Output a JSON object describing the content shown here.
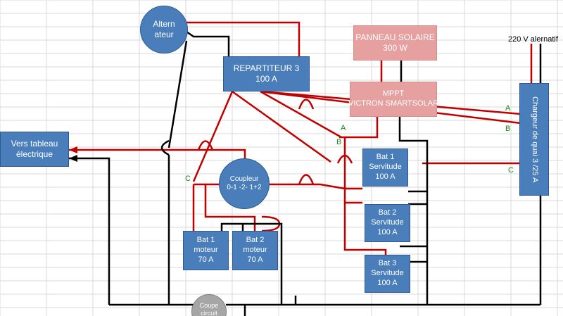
{
  "nodes": {
    "alternateur": {
      "line1": "Altern",
      "line2": "ateur"
    },
    "repartiteur": {
      "line1": "REPARTITEUR 3",
      "line2": "100 A"
    },
    "panneau": {
      "line1": "PANNEAU SOLAIRE",
      "line2": "300 W"
    },
    "mppt": {
      "line1": "MPPT",
      "line2": "VICTRON SMARTSOLAR"
    },
    "tableau": {
      "line1": "Vers tableau",
      "line2": "électrique"
    },
    "coupleur": {
      "line1": "Coupleur",
      "line2": "0-1 -2- 1+2"
    },
    "bat1_serv": {
      "line1": "Bat 1",
      "line2": "Servitude",
      "line3": "100 A"
    },
    "bat2_serv": {
      "line1": "Bat 2",
      "line2": "Servitude",
      "line3": "100 A"
    },
    "bat3_serv": {
      "line1": "Bat 3",
      "line2": "Servitude",
      "line3": "100 A"
    },
    "bat1_mot": {
      "line1": "Bat 1",
      "line2": "moteur",
      "line3": "70 A"
    },
    "bat2_mot": {
      "line1": "Bat 2",
      "line2": "moteur",
      "line3": "70 A"
    },
    "chargeur": {
      "label": "Chargeur de quai 3 /25 A"
    },
    "coupe_circuit": {
      "line1": "Coupe",
      "line2": "circuit"
    }
  },
  "labels": {
    "supply_220": "220 V alernatif",
    "a1": "A",
    "b1": "B",
    "c1": "C",
    "a2": "A",
    "b2": "B",
    "c2": "C"
  },
  "colors": {
    "wire_red": "#c00000",
    "wire_black": "#000000",
    "box_blue": "#4a7ebb",
    "box_pink": "#e6a0a0",
    "label_green": "#1a8a1a"
  }
}
